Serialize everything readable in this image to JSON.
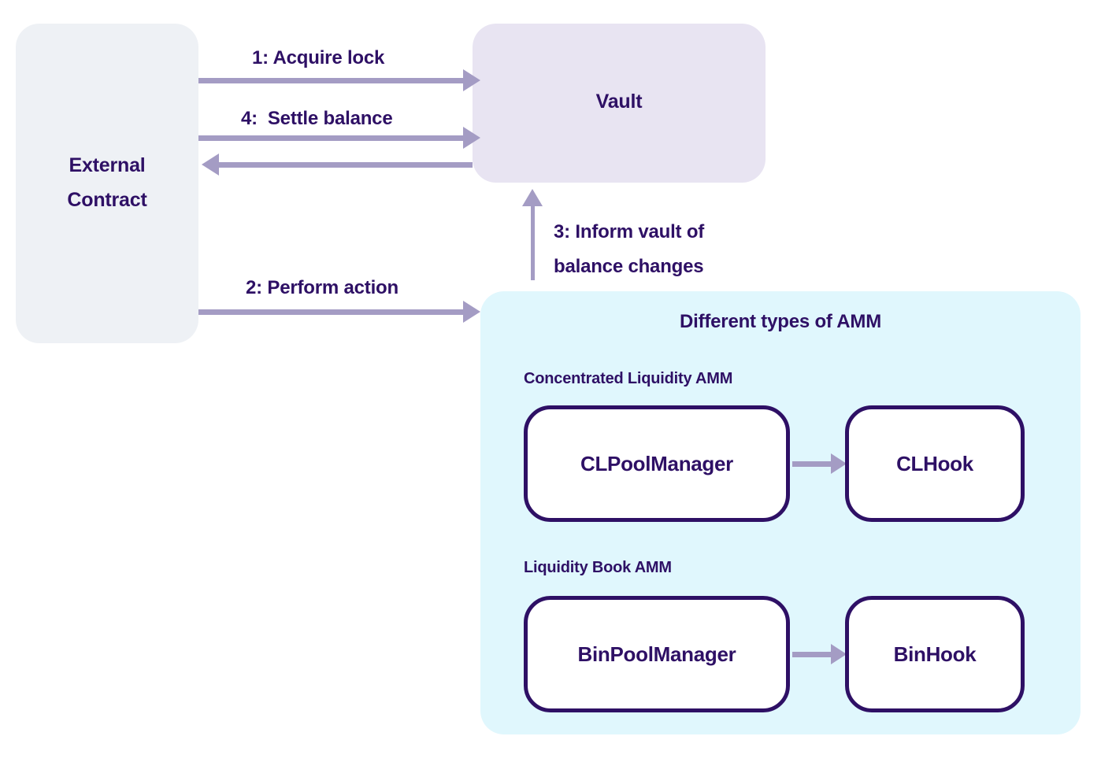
{
  "diagram": {
    "nodes": {
      "external_contract": {
        "line1": "External",
        "line2": "Contract"
      },
      "vault": {
        "label": "Vault"
      }
    },
    "amm_panel": {
      "title": "Different types of AMM",
      "groups": [
        {
          "label": "Concentrated Liquidity AMM",
          "manager": "CLPoolManager",
          "hook": "CLHook"
        },
        {
          "label": "Liquidity Book AMM",
          "manager": "BinPoolManager",
          "hook": "BinHook"
        }
      ]
    },
    "edges": [
      {
        "id": "step1",
        "label": "1: Acquire lock"
      },
      {
        "id": "step4",
        "label": "4:  Settle balance"
      },
      {
        "id": "step2",
        "label": "2: Perform action"
      },
      {
        "id": "step3",
        "label": "3: Inform vault of balance changes"
      }
    ],
    "colors": {
      "text": "#2e1065",
      "arrow": "#a49cc4",
      "external_box_bg": "#eef1f5",
      "vault_box_bg": "#e8e4f2",
      "amm_panel_bg": "#e0f7fd",
      "pool_box_border": "#2e1065",
      "pool_box_bg": "#ffffff",
      "canvas_bg": "#ffffff"
    }
  }
}
